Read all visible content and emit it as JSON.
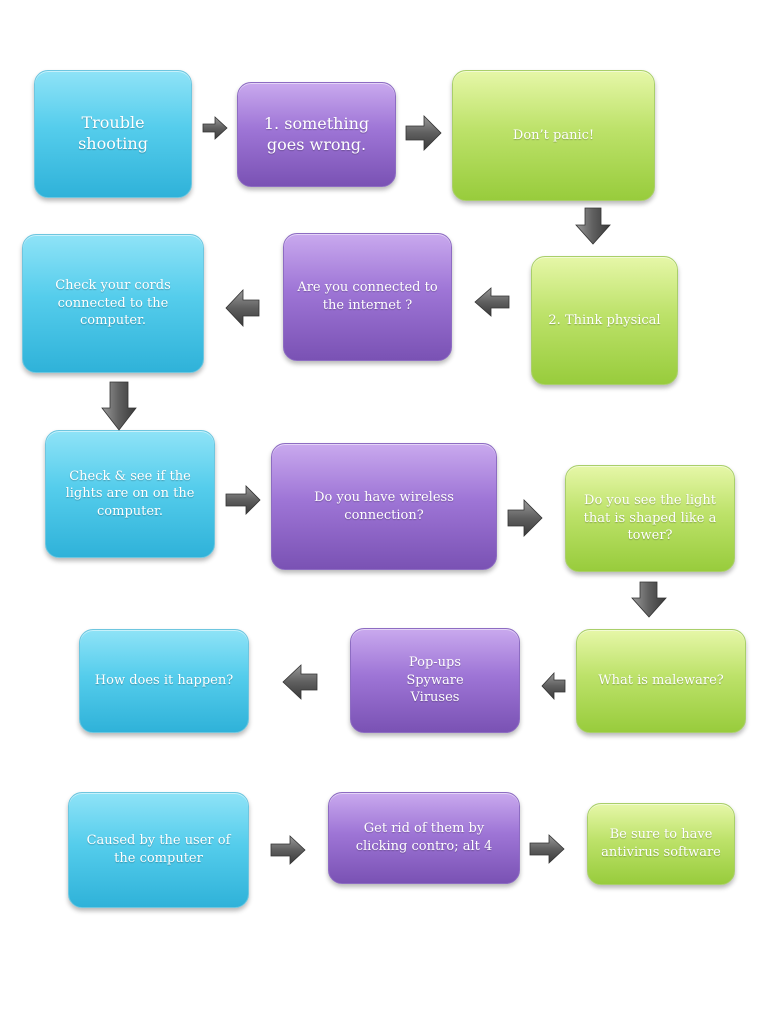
{
  "colors": {
    "cyan": "#55cdec",
    "purple": "#9e75d6",
    "green": "#bde26a",
    "arrow": "#6e6e6e"
  },
  "nodes": [
    {
      "id": "trouble",
      "text": "Trouble\nshooting"
    },
    {
      "id": "something",
      "text": "1. something\ngoes wrong."
    },
    {
      "id": "dont_panic",
      "text": "Don’t panic!"
    },
    {
      "id": "think",
      "text": "2. Think  physical"
    },
    {
      "id": "internet",
      "text": "Are you connected to\nthe internet ?"
    },
    {
      "id": "cords",
      "text": "Check your cords\nconnected to the\ncomputer."
    },
    {
      "id": "lights",
      "text": "Check & see if the\nlights are on on the\ncomputer."
    },
    {
      "id": "wireless",
      "text": "Do you have wireless\nconnection?"
    },
    {
      "id": "tower",
      "text": "Do you see the light\nthat is shaped like a\ntower?"
    },
    {
      "id": "malware",
      "text": "What is maleware?"
    },
    {
      "id": "popups",
      "text": "Pop-ups\nSpyware\nViruses"
    },
    {
      "id": "how",
      "text": "How does it happen?"
    },
    {
      "id": "caused",
      "text": "Caused by the user of\nthe computer"
    },
    {
      "id": "getrid",
      "text": "Get rid of them by\nclicking contro; alt 4"
    },
    {
      "id": "antivirus",
      "text": "Be sure to have\nantivirus software"
    }
  ],
  "arrows": [
    {
      "from": "trouble",
      "to": "something",
      "dir": "right"
    },
    {
      "from": "something",
      "to": "dont_panic",
      "dir": "right"
    },
    {
      "from": "dont_panic",
      "to": "think",
      "dir": "down"
    },
    {
      "from": "think",
      "to": "internet",
      "dir": "left"
    },
    {
      "from": "internet",
      "to": "cords",
      "dir": "left"
    },
    {
      "from": "cords",
      "to": "lights",
      "dir": "down"
    },
    {
      "from": "lights",
      "to": "wireless",
      "dir": "right"
    },
    {
      "from": "wireless",
      "to": "tower",
      "dir": "right"
    },
    {
      "from": "tower",
      "to": "malware",
      "dir": "down"
    },
    {
      "from": "malware",
      "to": "popups",
      "dir": "left"
    },
    {
      "from": "popups",
      "to": "how",
      "dir": "left"
    },
    {
      "from": "caused",
      "to": "getrid",
      "dir": "right"
    },
    {
      "from": "getrid",
      "to": "antivirus",
      "dir": "right"
    }
  ]
}
